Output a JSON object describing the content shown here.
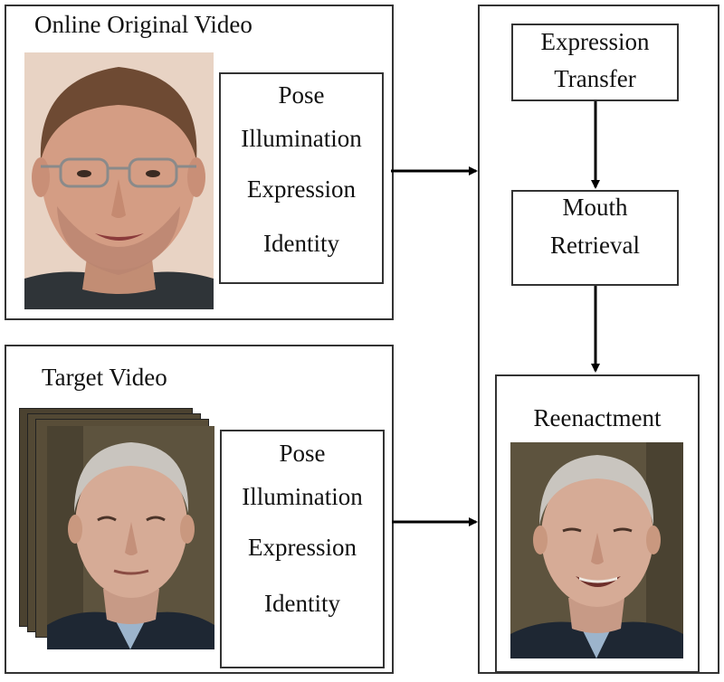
{
  "source_panel": {
    "title": "Online Original Video",
    "attributes": [
      "Pose",
      "Illumination",
      "Expression",
      "Identity"
    ]
  },
  "target_panel": {
    "title": "Target Video",
    "attributes": [
      "Pose",
      "Illumination",
      "Expression",
      "Identity"
    ]
  },
  "pipeline": {
    "step1": [
      "Expression",
      "Transfer"
    ],
    "step2": [
      "Mouth",
      "Retrieval"
    ],
    "result_title": "Reenactment"
  }
}
